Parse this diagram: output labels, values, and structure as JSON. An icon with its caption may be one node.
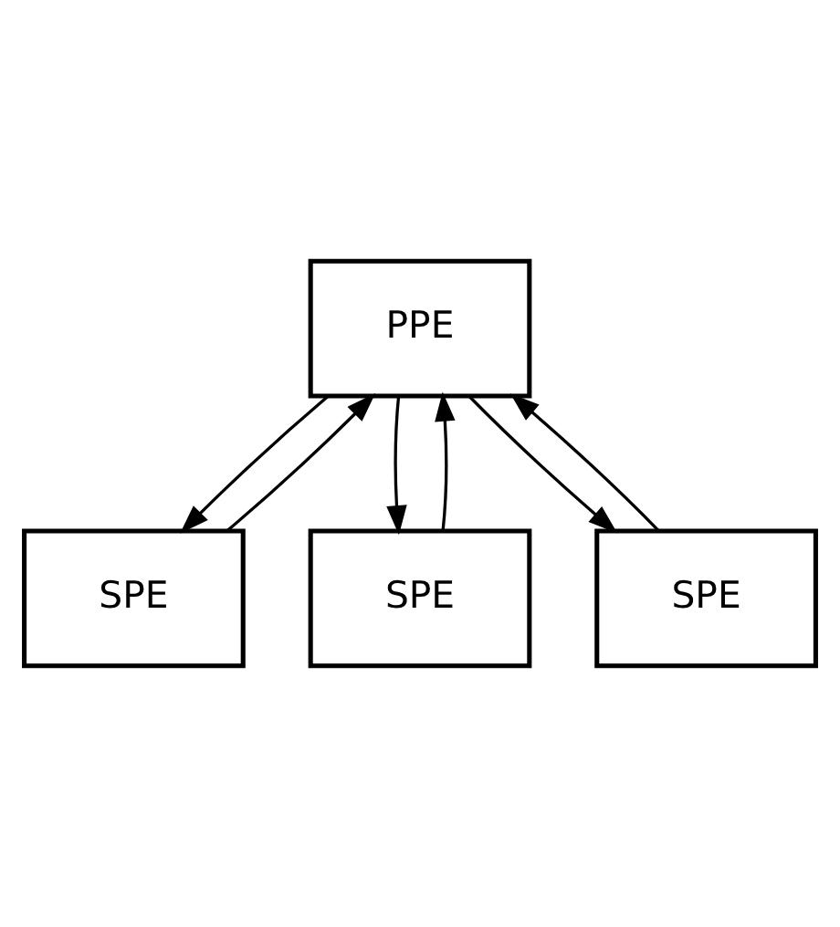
{
  "diagram": {
    "nodes": [
      {
        "text": [
          "PPE"
        ]
      },
      {
        "text": [
          "SPE"
        ]
      },
      {
        "text": [
          "SPE"
        ]
      },
      {
        "text": [
          "SPE"
        ]
      }
    ],
    "edges": [
      {
        "from": 0,
        "to": 1,
        "arrow": "to"
      },
      {
        "from": 0,
        "to": 2,
        "arrow": "to"
      },
      {
        "from": 0,
        "to": 3,
        "arrow": "to"
      },
      {
        "from": 1,
        "to": 0,
        "arrow": "to"
      },
      {
        "from": 2,
        "to": 0,
        "arrow": "to"
      },
      {
        "from": 3,
        "to": 0,
        "arrow": "to"
      }
    ]
  }
}
